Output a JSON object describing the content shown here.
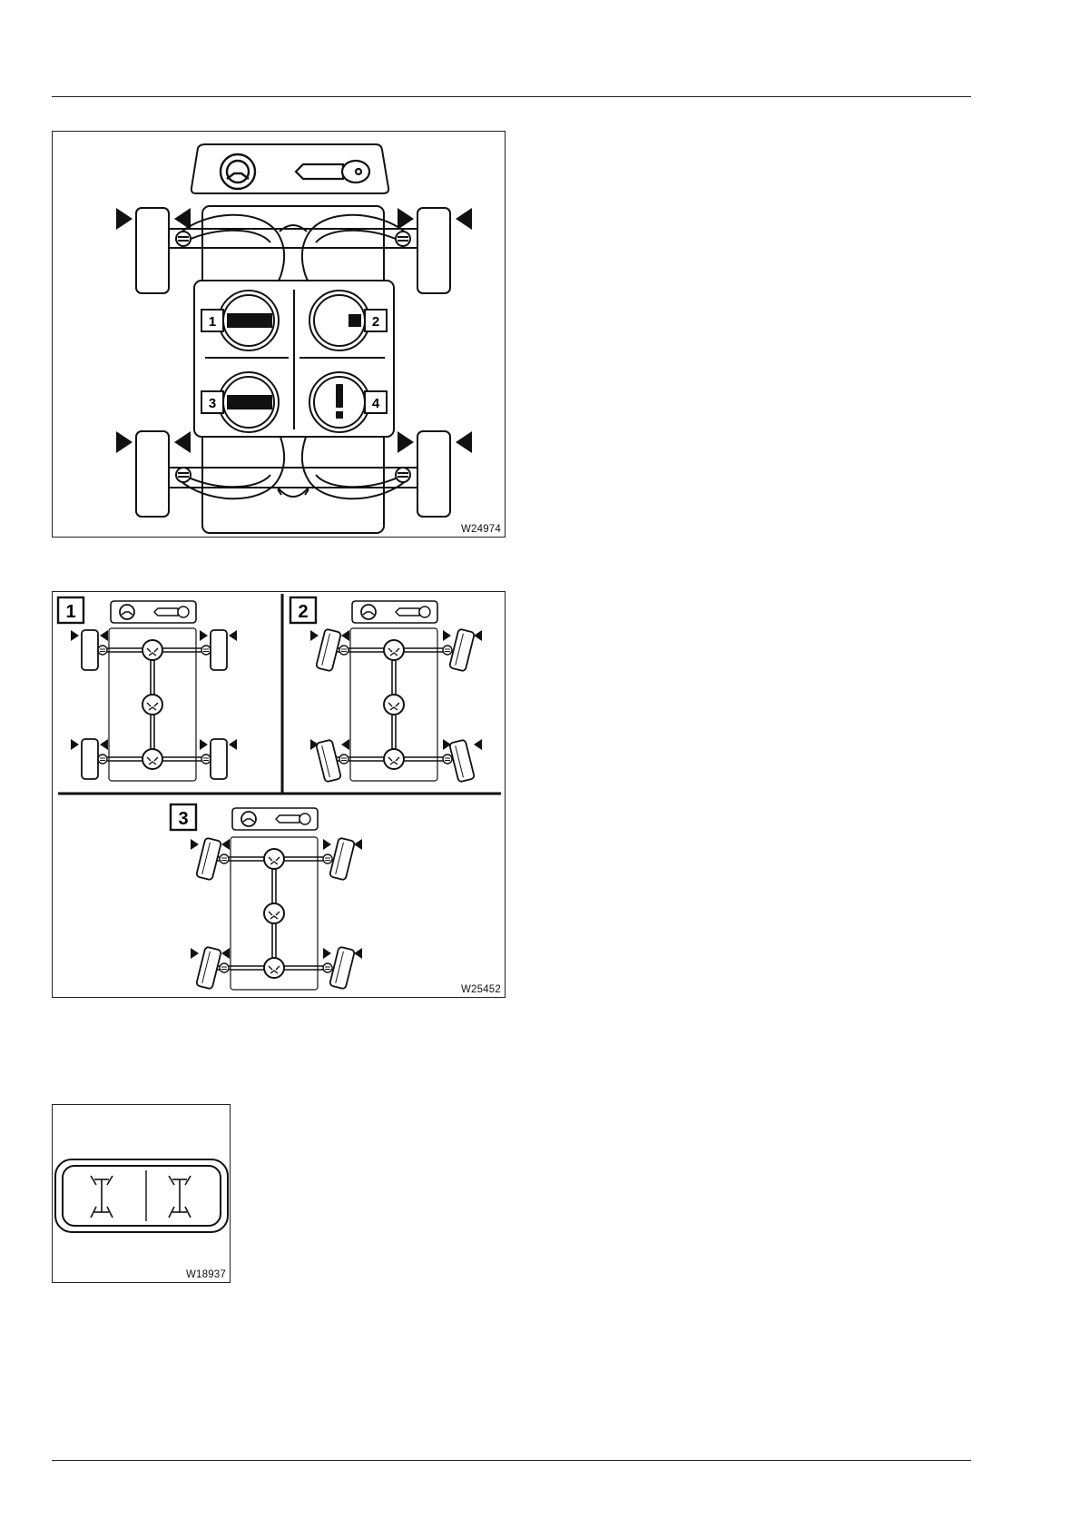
{
  "figures": [
    {
      "id": "W24974",
      "callouts": [
        "1",
        "2",
        "3",
        "4"
      ]
    },
    {
      "id": "W25452",
      "panels": [
        "1",
        "2",
        "3"
      ]
    },
    {
      "id": "W18937"
    }
  ],
  "icons": [
    "steering-wheel-icon",
    "key-icon",
    "warning-exclamation-icon",
    "axle-lock-icon",
    "wheel-chock-arrow-icon"
  ]
}
